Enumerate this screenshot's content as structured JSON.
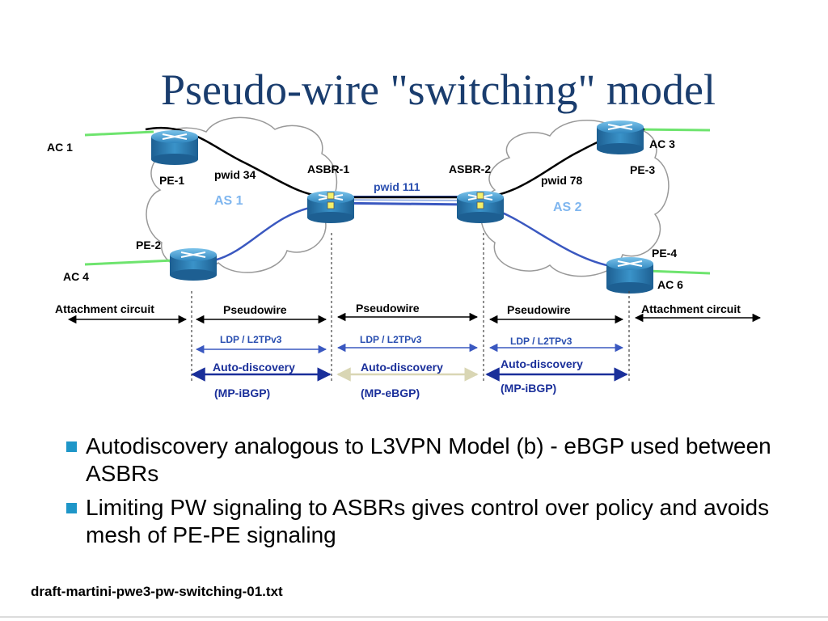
{
  "title": "Pseudo-wire \"switching\" model",
  "nodes": {
    "ac1": "AC 1",
    "ac3": "AC 3",
    "ac4": "AC 4",
    "ac6": "AC 6",
    "pe1": "PE-1",
    "pe2": "PE-2",
    "pe3": "PE-3",
    "pe4": "PE-4",
    "asbr1": "ASBR-1",
    "asbr2": "ASBR-2",
    "as1": "AS 1",
    "as2": "AS 2",
    "pwid34": "pwid 34",
    "pwid111": "pwid 111",
    "pwid78": "pwid 78"
  },
  "segments": {
    "attach_left": "Attachment circuit",
    "pw_left": "Pseudowire",
    "pw_mid": "Pseudowire",
    "pw_right": "Pseudowire",
    "attach_right": "Attachment circuit"
  },
  "protocols": {
    "ldp_left": "LDP / L2TPv3",
    "ldp_mid": "LDP / L2TPv3",
    "ldp_right": "LDP / L2TPv3",
    "ad_left": "Auto-discovery",
    "ad_mid": "Auto-discovery",
    "ad_right": "Auto-discovery",
    "bgp_left": "(MP-iBGP)",
    "bgp_mid": "(MP-eBGP)",
    "bgp_right": "(MP-iBGP)"
  },
  "colors": {
    "title": "#1a3d6e",
    "bullet": "#1e96c8",
    "ac_line": "#6ee46e",
    "pw_line": "#3a58c0",
    "as_label": "#7fb6ef",
    "router": "#2f86bf"
  },
  "icons": [
    "router-icon",
    "cloud-shape",
    "double-arrow"
  ],
  "bullets": [
    "Autodiscovery analogous to L3VPN Model (b) - eBGP used between ASBRs",
    "Limiting PW signaling to ASBRs gives control over policy and avoids mesh of PE-PE signaling"
  ],
  "footer": "draft-martini-pwe3-pw-switching-01.txt"
}
